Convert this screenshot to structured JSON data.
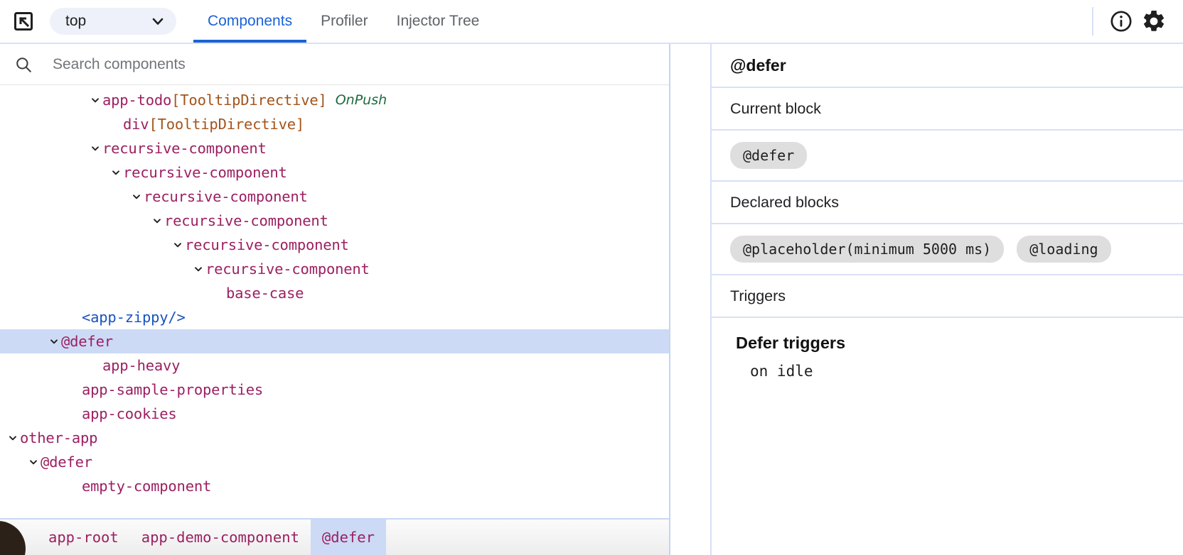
{
  "toolbar": {
    "inspect_icon": "inspect-element-icon",
    "frame_selector": {
      "value": "top",
      "chevron_icon": "chevron-down-icon"
    },
    "tabs": [
      {
        "label": "Components",
        "active": true
      },
      {
        "label": "Profiler",
        "active": false
      },
      {
        "label": "Injector Tree",
        "active": false
      }
    ],
    "info_icon": "info-circle-icon",
    "settings_icon": "gear-icon",
    "accent_color": "#1a62d6"
  },
  "search": {
    "icon": "search-icon",
    "placeholder": "Search components",
    "value": ""
  },
  "tree": {
    "nodes": [
      {
        "indent": 4,
        "chevron": "expanded",
        "text": "app-todo",
        "directive": "[TooltipDirective]",
        "badge": "OnPush",
        "kind": "component",
        "selected": false
      },
      {
        "indent": 5,
        "chevron": "none",
        "text": "div",
        "directive": "[TooltipDirective]",
        "badge": "",
        "kind": "component",
        "selected": false
      },
      {
        "indent": 4,
        "chevron": "expanded",
        "text": "recursive-component",
        "directive": "",
        "badge": "",
        "kind": "component",
        "selected": false
      },
      {
        "indent": 5,
        "chevron": "expanded",
        "text": "recursive-component",
        "directive": "",
        "badge": "",
        "kind": "component",
        "selected": false
      },
      {
        "indent": 6,
        "chevron": "expanded",
        "text": "recursive-component",
        "directive": "",
        "badge": "",
        "kind": "component",
        "selected": false
      },
      {
        "indent": 7,
        "chevron": "expanded",
        "text": "recursive-component",
        "directive": "",
        "badge": "",
        "kind": "component",
        "selected": false
      },
      {
        "indent": 8,
        "chevron": "expanded",
        "text": "recursive-component",
        "directive": "",
        "badge": "",
        "kind": "component",
        "selected": false
      },
      {
        "indent": 9,
        "chevron": "expanded",
        "text": "recursive-component",
        "directive": "",
        "badge": "",
        "kind": "component",
        "selected": false
      },
      {
        "indent": 10,
        "chevron": "none",
        "text": "base-case",
        "directive": "",
        "badge": "",
        "kind": "component",
        "selected": false
      },
      {
        "indent": 3,
        "chevron": "none",
        "text": "<app-zippy/>",
        "directive": "",
        "badge": "",
        "kind": "element",
        "selected": false
      },
      {
        "indent": 2,
        "chevron": "expanded",
        "text": "@defer",
        "directive": "",
        "badge": "",
        "kind": "component",
        "selected": true
      },
      {
        "indent": 4,
        "chevron": "none",
        "text": "app-heavy",
        "directive": "",
        "badge": "",
        "kind": "component",
        "selected": false
      },
      {
        "indent": 3,
        "chevron": "none",
        "text": "app-sample-properties",
        "directive": "",
        "badge": "",
        "kind": "component",
        "selected": false
      },
      {
        "indent": 3,
        "chevron": "none",
        "text": "app-cookies",
        "directive": "",
        "badge": "",
        "kind": "component",
        "selected": false
      },
      {
        "indent": 0,
        "chevron": "expanded",
        "text": "other-app",
        "directive": "",
        "badge": "",
        "kind": "component",
        "selected": false
      },
      {
        "indent": 1,
        "chevron": "expanded",
        "text": "@defer",
        "directive": "",
        "badge": "",
        "kind": "component",
        "selected": false
      },
      {
        "indent": 3,
        "chevron": "none",
        "text": "empty-component",
        "directive": "",
        "badge": "",
        "kind": "component",
        "selected": false
      }
    ]
  },
  "breadcrumb": {
    "items": [
      {
        "label": "app-root",
        "active": false
      },
      {
        "label": "app-demo-component",
        "active": false
      },
      {
        "label": "@defer",
        "active": true
      }
    ]
  },
  "details": {
    "title": "@defer",
    "sections": [
      {
        "heading": "Current block",
        "chips": [
          "@defer"
        ]
      },
      {
        "heading": "Declared blocks",
        "chips": [
          "@placeholder(minimum 5000 ms)",
          "@loading"
        ]
      },
      {
        "heading": "Triggers",
        "chips": []
      }
    ],
    "defer_triggers": {
      "heading": "Defer triggers",
      "items": [
        "on idle"
      ]
    }
  }
}
